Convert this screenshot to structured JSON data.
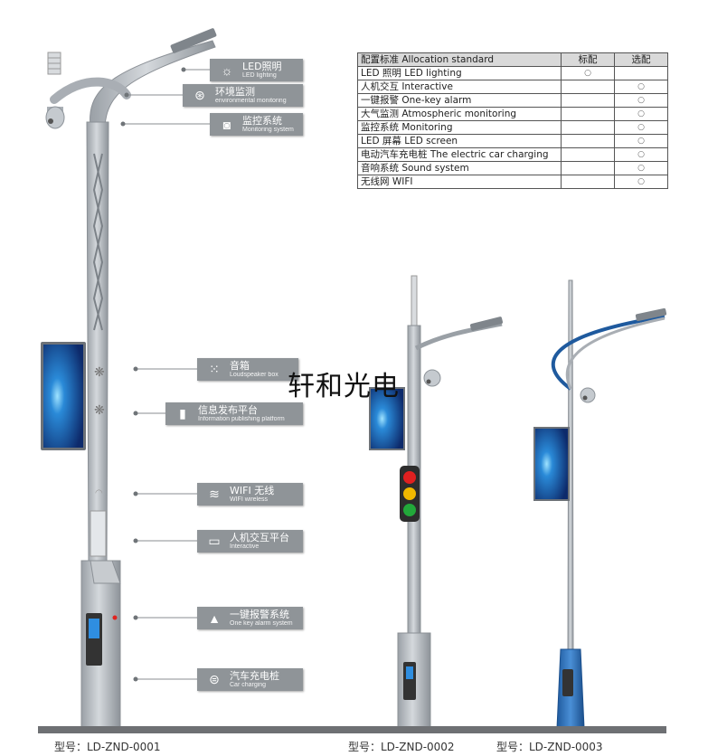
{
  "spec_table": {
    "headers": [
      "配置标准 Allocation standard",
      "标配",
      "选配"
    ],
    "rows": [
      {
        "name": "LED 照明 LED lighting",
        "standard": "○",
        "optional": ""
      },
      {
        "name": "人机交互 Interactive",
        "standard": "",
        "optional": "○"
      },
      {
        "name": "一键报警 One-key alarm",
        "standard": "",
        "optional": "○"
      },
      {
        "name": "大气监测 Atmospheric monitoring",
        "standard": "",
        "optional": "○"
      },
      {
        "name": "监控系统 Monitoring",
        "standard": "",
        "optional": "○"
      },
      {
        "name": "LED 屏幕 LED screen",
        "standard": "",
        "optional": "○"
      },
      {
        "name": "电动汽车充电桩 The electric car charging",
        "standard": "",
        "optional": "○"
      },
      {
        "name": "音响系统 Sound system",
        "standard": "",
        "optional": "○"
      },
      {
        "name": "无线网 WIFI",
        "standard": "",
        "optional": "○"
      }
    ]
  },
  "features": [
    {
      "zh": "LED照明",
      "en": "LED lighting",
      "icon": "sun-icon"
    },
    {
      "zh": "环境监测",
      "en": "environmental monitoring",
      "icon": "fan-icon"
    },
    {
      "zh": "监控系统",
      "en": "Monitoring system",
      "icon": "camera-icon"
    },
    {
      "zh": "音箱",
      "en": "Loudspeaker box",
      "icon": "speaker-icon"
    },
    {
      "zh": "信息发布平台",
      "en": "Information publishing platform",
      "icon": "tablet-icon"
    },
    {
      "zh": "WIFI 无线",
      "en": "WIFI wireless",
      "icon": "wifi-icon"
    },
    {
      "zh": "人机交互平台",
      "en": "Interactive",
      "icon": "screen-icon"
    },
    {
      "zh": "一键报警系统",
      "en": "One key alarm system",
      "icon": "warning-icon"
    },
    {
      "zh": "汽车充电桩",
      "en": "Car charging",
      "icon": "charger-icon"
    }
  ],
  "watermark": "轩和光电",
  "models": [
    "型号：LD-ZND-0001",
    "型号：LD-ZND-0002",
    "型号：LD-ZND-0003"
  ],
  "colors": {
    "label_bg": "#8f9498",
    "pole": "#b9bec4",
    "screen": "#1d5fae",
    "base_blue": "#2a6db5"
  }
}
